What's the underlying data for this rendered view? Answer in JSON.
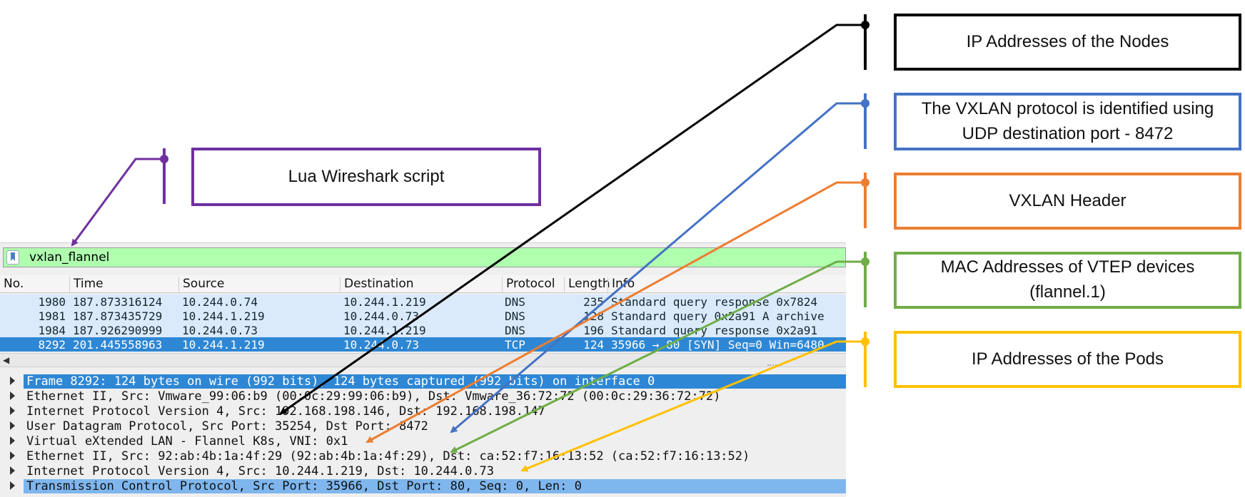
{
  "filter": {
    "value": "vxlan_flannel",
    "icon": "bookmark-icon"
  },
  "packet_list": {
    "columns": [
      "No.",
      "Time",
      "Source",
      "Destination",
      "Protocol",
      "Length",
      "Info"
    ],
    "rows": [
      {
        "no": "1980",
        "time": "187.873316124",
        "source": "10.244.0.74",
        "destination": "10.244.1.219",
        "protocol": "DNS",
        "length": "235",
        "info": "Standard query response 0x7824"
      },
      {
        "no": "1981",
        "time": "187.873435729",
        "source": "10.244.1.219",
        "destination": "10.244.0.73",
        "protocol": "DNS",
        "length": "128",
        "info": "Standard query 0x2a91 A archive"
      },
      {
        "no": "1984",
        "time": "187.926290999",
        "source": "10.244.0.73",
        "destination": "10.244.1.219",
        "protocol": "DNS",
        "length": "196",
        "info": "Standard query response 0x2a91"
      },
      {
        "no": "8292",
        "time": "201.445558963",
        "source": "10.244.1.219",
        "destination": "10.244.0.73",
        "protocol": "TCP",
        "length": "124",
        "info": "35966 → 80 [SYN] Seq=0 Win=6480"
      }
    ]
  },
  "packet_details": [
    "Frame 8292: 124 bytes on wire (992 bits), 124 bytes captured (992 bits) on interface 0",
    "Ethernet II, Src: Vmware_99:06:b9 (00:0c:29:99:06:b9), Dst: Vmware_36:72:72 (00:0c:29:36:72:72)",
    "Internet Protocol Version 4, Src: 192.168.198.146, Dst: 192.168.198.147",
    "User Datagram Protocol, Src Port: 35254, Dst Port: 8472",
    "Virtual eXtended LAN - Flannel K8s, VNI: 0x1",
    "Ethernet II, Src: 92:ab:4b:1a:4f:29 (92:ab:4b:1a:4f:29), Dst: ca:52:f7:16:13:52 (ca:52:f7:16:13:52)",
    "Internet Protocol Version 4, Src: 10.244.1.219, Dst: 10.244.0.73",
    "Transmission Control Protocol, Src Port: 35966, Dst Port: 80, Seq: 0, Len: 0"
  ],
  "callouts": {
    "lua": {
      "lines": [
        "Lua Wireshark script"
      ],
      "color": "#7030a0"
    },
    "nodes": {
      "lines": [
        "IP Addresses of the Nodes"
      ],
      "color": "#000000"
    },
    "vxlan": {
      "lines": [
        "The VXLAN protocol is identified using",
        "UDP destination port - 8472"
      ],
      "color": "#4472c4"
    },
    "header": {
      "lines": [
        "VXLAN Header"
      ],
      "color": "#ed7d31"
    },
    "mac": {
      "lines": [
        "MAC Addresses of VTEP devices",
        "(flannel.1)"
      ],
      "color": "#70ad47"
    },
    "pods": {
      "lines": [
        "IP Addresses of the Pods"
      ],
      "color": "#ffc000"
    }
  },
  "colors": {
    "filter_bg": "#afffaf",
    "row_bg": "#dbeafb",
    "selected_bg": "#2e87d4",
    "highlight_bg": "#7fb6ee"
  }
}
